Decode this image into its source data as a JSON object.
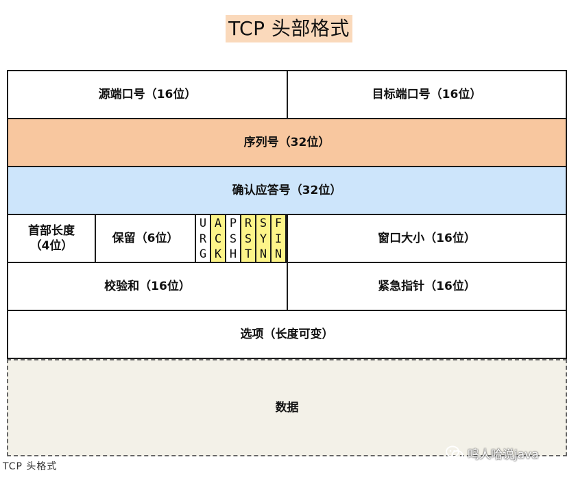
{
  "title": "TCP 头部格式",
  "caption": "TCP 头格式",
  "watermark": "鸣人哈说java",
  "colors": {
    "title_bg": "#fad9bb",
    "orange": "#f8c79f",
    "blue": "#cde5fb",
    "yellow": "#fdf589",
    "data_bg": "#f3f1e8",
    "border": "#1b1b1b"
  },
  "rows": {
    "src_port": "源端口号（16位）",
    "dst_port": "目标端口号（16位）",
    "seq": "序列号（32位）",
    "ack": "确认应答号（32位）",
    "header_len_line1": "首部长度",
    "header_len_line2": "（4位）",
    "reserved": "保留（6位）",
    "window": "窗口大小（16位）",
    "checksum": "校验和（16位）",
    "urgent_ptr": "紧急指针（16位）",
    "options": "选项（长度可变）",
    "data": "数据"
  },
  "flags": [
    {
      "letters": [
        "U",
        "R",
        "G"
      ],
      "highlight": false
    },
    {
      "letters": [
        "A",
        "C",
        "K"
      ],
      "highlight": true
    },
    {
      "letters": [
        "P",
        "S",
        "H"
      ],
      "highlight": false
    },
    {
      "letters": [
        "R",
        "S",
        "T"
      ],
      "highlight": true
    },
    {
      "letters": [
        "S",
        "Y",
        "N"
      ],
      "highlight": true
    },
    {
      "letters": [
        "F",
        "I",
        "N"
      ],
      "highlight": true
    }
  ]
}
